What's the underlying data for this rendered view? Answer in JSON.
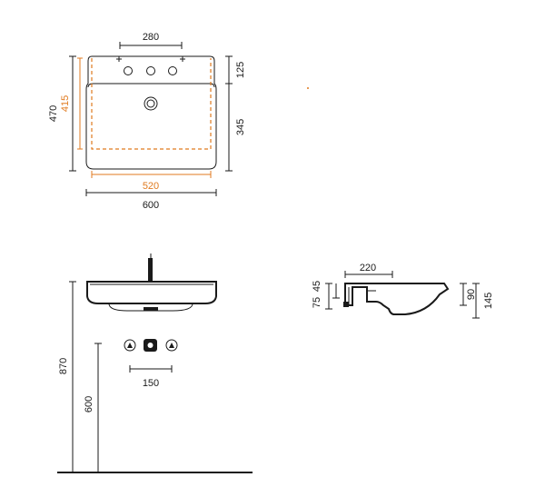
{
  "colors": {
    "line": "#1a1a1a",
    "accent": "#e07a1f",
    "background": "#ffffff"
  },
  "top_view": {
    "width_label": "600",
    "inner_width_label": "520",
    "tap_spacing_label": "280",
    "depth_label": "470",
    "inner_depth_label": "415",
    "front_section_label": "345",
    "rear_section_label": "125"
  },
  "front_view": {
    "height_label": "870",
    "drain_height_label": "600",
    "fixing_spacing_label": "150"
  },
  "side_view": {
    "depth_label": "220",
    "dim_75": "75",
    "dim_45": "45",
    "dim_90": "90",
    "dim_145": "145"
  }
}
